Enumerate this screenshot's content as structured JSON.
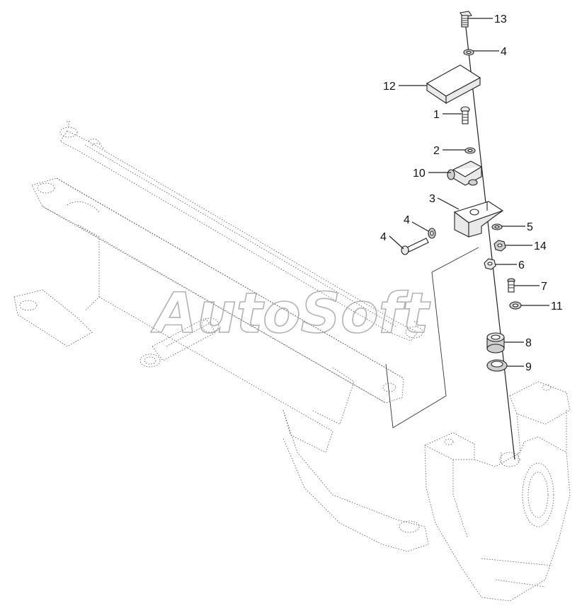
{
  "watermark": "AutoSoft",
  "callouts": [
    {
      "id": "c13",
      "text": "13"
    },
    {
      "id": "c4a",
      "text": "4"
    },
    {
      "id": "c12",
      "text": "12"
    },
    {
      "id": "c1",
      "text": "1"
    },
    {
      "id": "c2",
      "text": "2"
    },
    {
      "id": "c10",
      "text": "10"
    },
    {
      "id": "c3",
      "text": "3"
    },
    {
      "id": "c4b",
      "text": "4"
    },
    {
      "id": "c4c",
      "text": "4"
    },
    {
      "id": "c5",
      "text": "5"
    },
    {
      "id": "c14",
      "text": "14"
    },
    {
      "id": "c6",
      "text": "6"
    },
    {
      "id": "c7",
      "text": "7"
    },
    {
      "id": "c11",
      "text": "11"
    },
    {
      "id": "c8",
      "text": "8"
    },
    {
      "id": "c9",
      "text": "9"
    }
  ]
}
